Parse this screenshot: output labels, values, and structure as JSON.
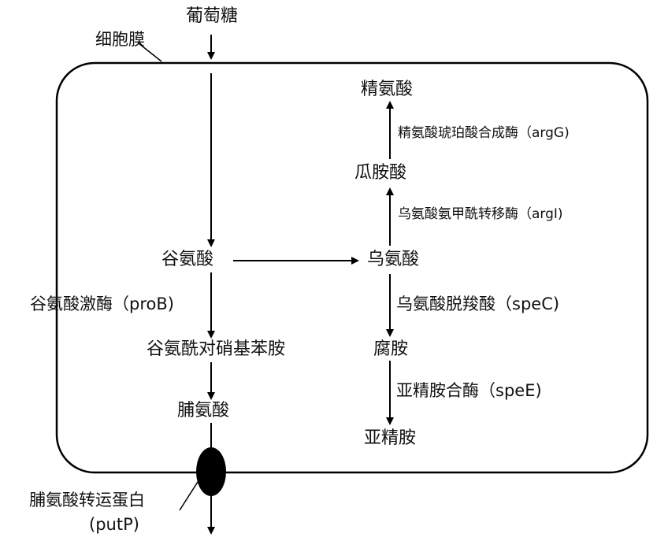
{
  "labels": {
    "glucose": "葡萄糖",
    "cell_membrane": "细胞膜",
    "arginine": "精氨酸",
    "enzyme_argG": "精氨酸琥珀酸合成酶（argG)",
    "citrulline": "瓜胺酸",
    "enzyme_argI": "乌氨酸氨甲酰转移酶（argI)",
    "glutamate": "谷氨酸",
    "ornithine": "乌氨酸",
    "enzyme_proB": "谷氨酸激酶（proB)",
    "enzyme_speC": "乌氨酸脱羧酸（speC)",
    "intermediate": "谷氨酰对硝基苯胺",
    "putrescine": "腐胺",
    "proline": "脯氨酸",
    "enzyme_speE": "亚精胺合酶（speE)",
    "spermidine": "亚精胺",
    "transporter": "脯氨酸转运蛋白",
    "transporter_gene": "(putP)"
  }
}
